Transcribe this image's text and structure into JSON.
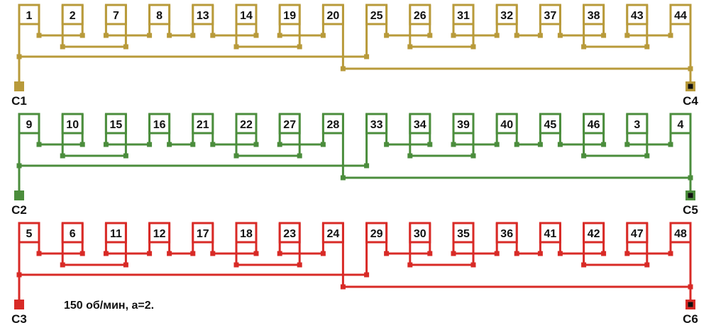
{
  "groups": [
    {
      "color": "#b89a3a",
      "coils": [
        "1",
        "2",
        "7",
        "8",
        "13",
        "14",
        "19",
        "20",
        "25",
        "26",
        "31",
        "32",
        "37",
        "38",
        "43",
        "44"
      ],
      "terminal_left": "C1",
      "terminal_right": "C4"
    },
    {
      "color": "#4b8d3c",
      "coils": [
        "9",
        "10",
        "15",
        "16",
        "21",
        "22",
        "27",
        "28",
        "33",
        "34",
        "39",
        "40",
        "45",
        "46",
        "3",
        "4"
      ],
      "terminal_left": "C2",
      "terminal_right": "C5"
    },
    {
      "color": "#d82a26",
      "coils": [
        "5",
        "6",
        "11",
        "12",
        "17",
        "18",
        "23",
        "24",
        "29",
        "30",
        "35",
        "36",
        "41",
        "42",
        "47",
        "48"
      ],
      "terminal_left": "C3",
      "terminal_right": "C6"
    }
  ],
  "caption": "150 об/мин, а=2."
}
